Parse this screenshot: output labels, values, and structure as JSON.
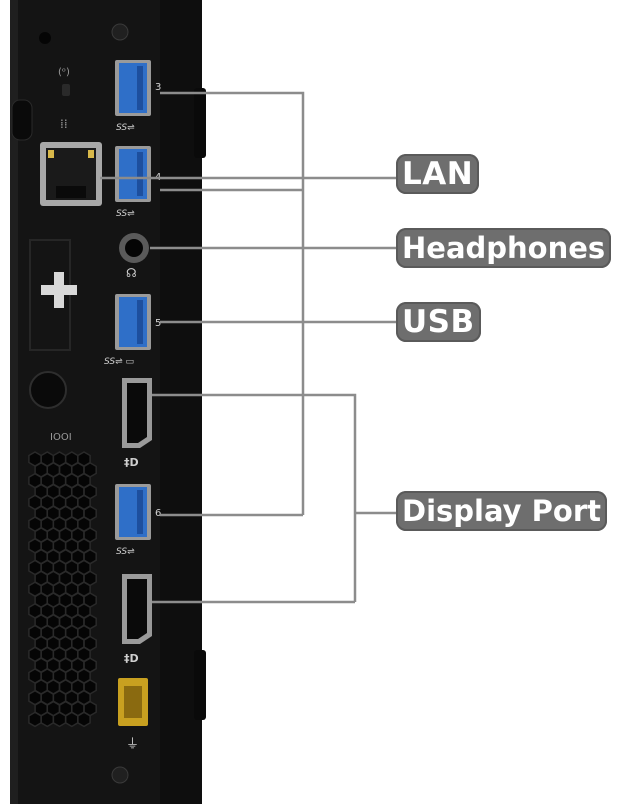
{
  "callouts": {
    "lan": "LAN",
    "headphones": "Headphones",
    "usb": "USB",
    "display_port": "Display Port"
  },
  "port_numbers": [
    "3",
    "4",
    "5",
    "6"
  ],
  "colors": {
    "chassis": "#161616",
    "usb_blue": "#2f6fc8",
    "line_gray": "#8c8c8c",
    "callout_bg": "#6e6e6e",
    "power_yellow": "#c8a020"
  }
}
